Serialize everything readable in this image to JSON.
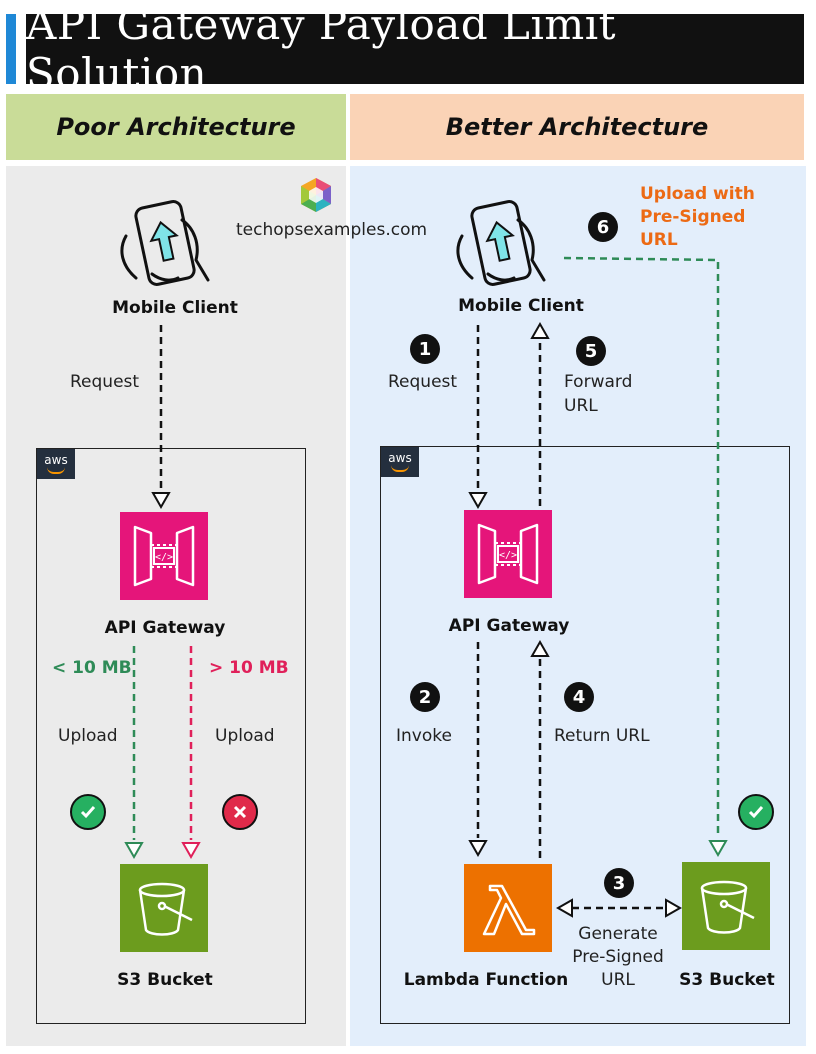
{
  "title": "API Gateway Payload Limit Solution",
  "watermark": "techopsexamples.com",
  "poor": {
    "heading": "Poor Architecture",
    "client_label": "Mobile Client",
    "request_label": "Request",
    "aws_tag": "aws",
    "gateway_label": "API Gateway",
    "small_limit": "< 10 MB",
    "large_limit": "> 10 MB",
    "upload_left": "Upload",
    "upload_right": "Upload",
    "bucket_label": "S3 Bucket"
  },
  "better": {
    "heading": "Better Architecture",
    "client_label": "Mobile Client",
    "upload_note": [
      "Upload with",
      "Pre-Signed",
      "URL"
    ],
    "aws_tag": "aws",
    "gateway_label": "API Gateway",
    "lambda_label": "Lambda Function",
    "bucket_label": "S3 Bucket",
    "steps": {
      "s1": {
        "num": "1",
        "label": "Request"
      },
      "s2": {
        "num": "2",
        "label": "Invoke"
      },
      "s3": {
        "num": "3",
        "label_lines": [
          "Generate",
          "Pre-Signed",
          "URL"
        ]
      },
      "s4": {
        "num": "4",
        "label": "Return URL"
      },
      "s5": {
        "num": "5",
        "label_lines": [
          "Forward",
          "URL"
        ]
      },
      "s6": {
        "num": "6"
      }
    }
  },
  "colors": {
    "green_path": "#2e8b57",
    "red_path": "#e0205a",
    "orange_text": "#ec6a14",
    "api_gateway": "#e5157a",
    "s3": "#6c9c1e",
    "lambda": "#ed7100"
  },
  "icons": [
    "mobile-phone-icon",
    "api-gateway-icon",
    "s3-bucket-icon",
    "lambda-icon",
    "check-icon",
    "cross-icon",
    "aws-logo"
  ]
}
